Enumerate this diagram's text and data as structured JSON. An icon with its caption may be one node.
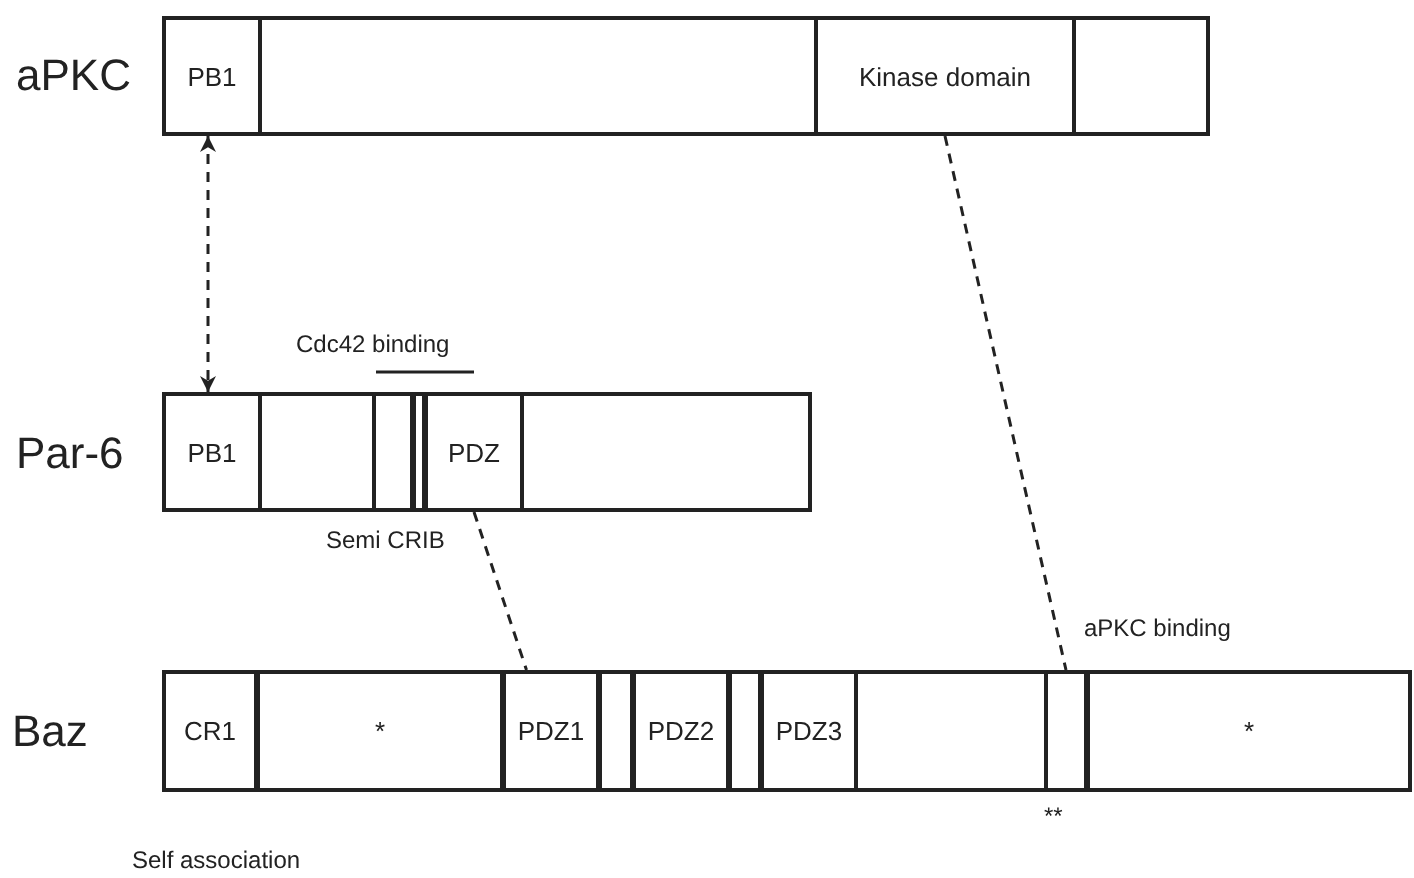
{
  "diagram": {
    "nodes": [
      {
        "text": [
          "aPKC"
        ]
      },
      {
        "text": [
          "PB1"
        ],
        "in": 0
      },
      {
        "text": [
          "Kinase domain"
        ],
        "in": 0
      },
      {
        "text": [
          "Par-6"
        ]
      },
      {
        "text": [
          "PB1"
        ],
        "in": 3
      },
      {
        "text": [],
        "shape": "box",
        "in": 3,
        "beside": [
          "Semi CRIB"
        ]
      },
      {
        "text": [],
        "shape": "box",
        "in": 3
      },
      {
        "text": [
          "PDZ"
        ],
        "in": 3
      },
      {
        "text": [
          "Baz"
        ]
      },
      {
        "text": [
          "CR1"
        ],
        "in": 8
      },
      {
        "text": [
          "*"
        ],
        "in": 8
      },
      {
        "text": [
          "PDZ1"
        ],
        "in": 8
      },
      {
        "text": [],
        "shape": "box",
        "in": 8
      },
      {
        "text": [
          "PDZ2"
        ],
        "in": 8
      },
      {
        "text": [],
        "shape": "box",
        "in": 8
      },
      {
        "text": [
          "PDZ3"
        ],
        "in": 8
      },
      {
        "text": [],
        "shape": "box",
        "in": 8,
        "beside": [
          "aPKC binding",
          "**"
        ]
      },
      {
        "text": [
          "*"
        ],
        "in": 8
      }
    ],
    "edges": [
      {
        "from": 1,
        "to": 4,
        "arrow": "both",
        "style": "dashed"
      },
      {
        "from": 2,
        "to": 16,
        "arrow": "none",
        "style": "dashed"
      },
      {
        "from": 7,
        "to": 11,
        "arrow": "none",
        "style": "dashed"
      }
    ],
    "labels": [
      "Cdc42 binding",
      "Self association"
    ]
  }
}
